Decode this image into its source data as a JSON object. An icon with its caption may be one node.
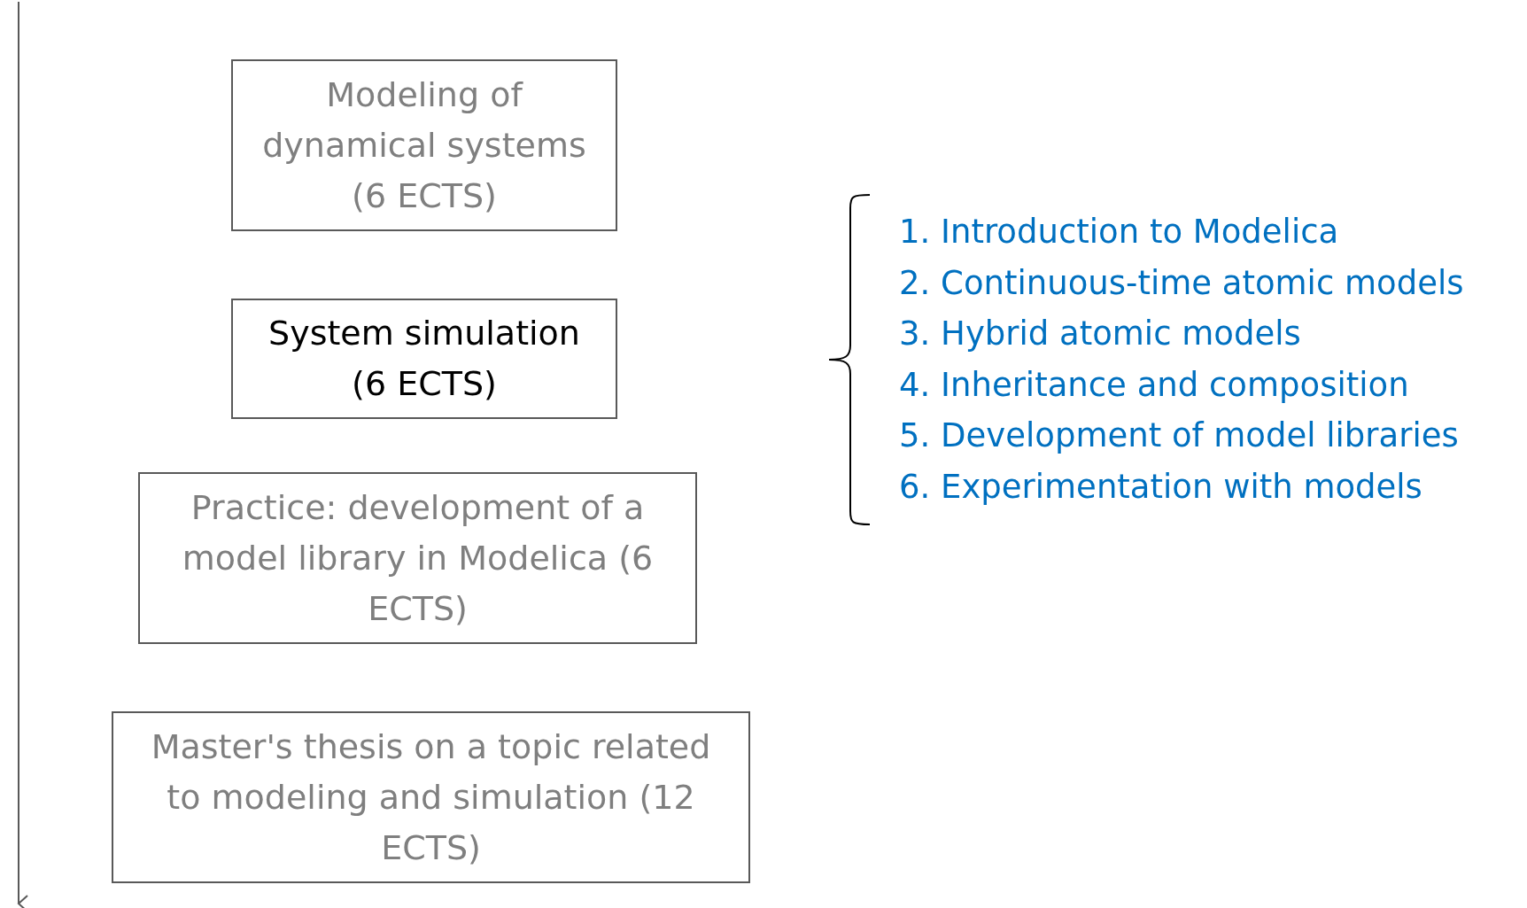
{
  "diagram": {
    "nodes": [
      {
        "text": [
          "Modeling of dynamical systems (6 ECTS)"
        ]
      },
      {
        "text": [
          "System simulation (6 ECTS)"
        ]
      },
      {
        "text": [
          "Practice: development of a model library in Modelica (6 ECTS)"
        ]
      },
      {
        "text": [
          "Master's thesis on a topic related to modeling and simulation (12 ECTS)"
        ]
      }
    ],
    "edges": [],
    "labels": [
      "1. Introduction to Modelica",
      "2. Continuous-time atomic models",
      "3. Hybrid atomic models",
      "4. Inheritance and composition",
      "5. Development of model libraries",
      "6. Experimentation with models"
    ]
  }
}
